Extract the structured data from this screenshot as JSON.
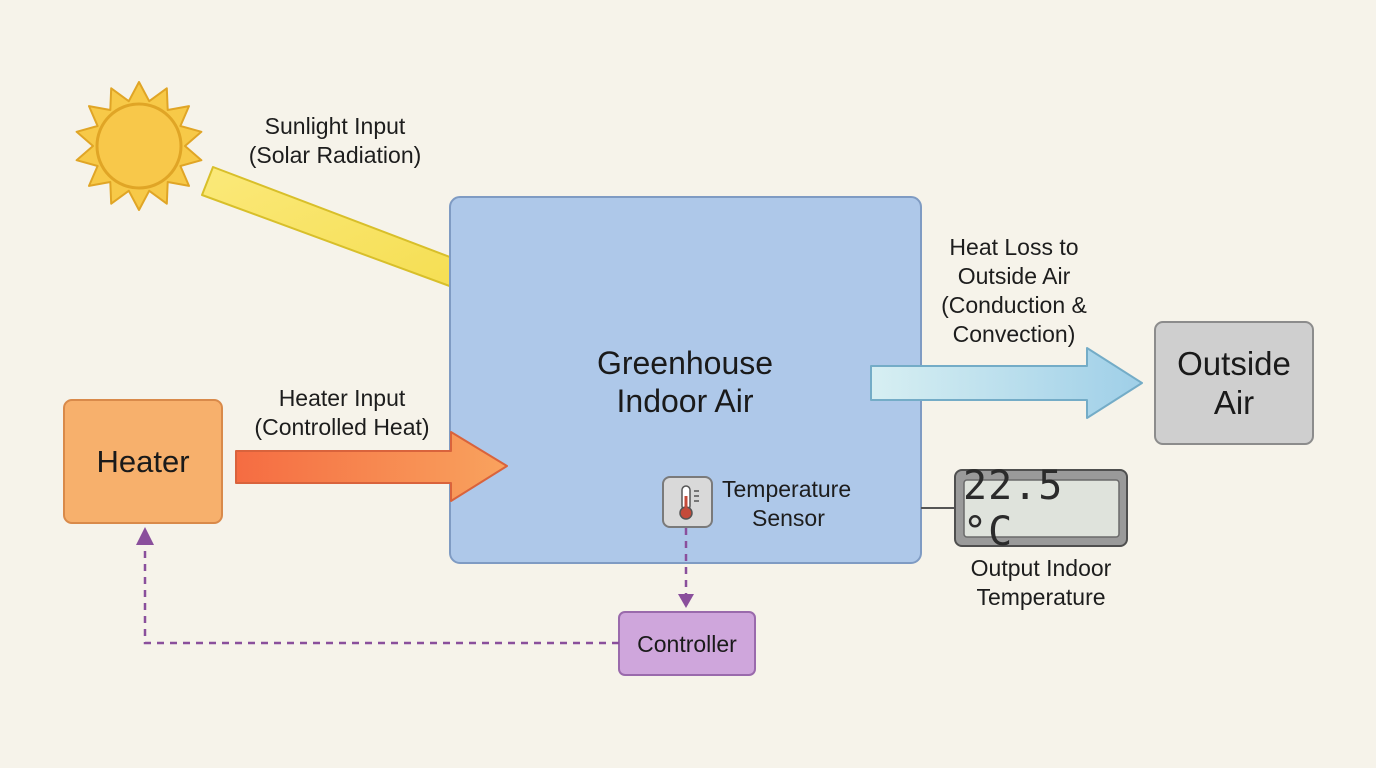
{
  "nodes": {
    "greenhouse": {
      "lines": [
        "Greenhouse",
        "Indoor Air"
      ],
      "color": "#aec8e9",
      "stroke": "#7f9bc3"
    },
    "outside_air": {
      "lines": [
        "Outside",
        "Air"
      ],
      "color": "#cfcfcf",
      "stroke": "#8c8c8c"
    },
    "heater": {
      "lines": [
        "Heater"
      ],
      "color": "#f7b06c",
      "stroke": "#d98a4a"
    },
    "controller": {
      "lines": [
        "Controller"
      ],
      "color": "#cfa6dc",
      "stroke": "#9a6aac"
    }
  },
  "labels": {
    "sunlight": [
      "Sunlight Input",
      "(Solar Radiation)"
    ],
    "heater_input": [
      "Heater Input",
      "(Controlled Heat)"
    ],
    "heat_loss": [
      "Heat Loss to",
      "Outside Air",
      "(Conduction &",
      "Convection)"
    ],
    "sensor": [
      "Temperature",
      "Sensor"
    ],
    "output": [
      "Output Indoor",
      "Temperature"
    ]
  },
  "display": {
    "reading": "22.5 °C"
  },
  "colors": {
    "sun": "#f7c948",
    "sun_stroke": "#e0a526",
    "sunlight_arrow": "#f8e35f",
    "heater_arrow": "#f8804e",
    "heat_loss_arrow": "#b4dcec",
    "feedback": "#8a4f9c"
  },
  "icons": {
    "sun": "sun-icon",
    "thermometer": "thermometer-icon"
  }
}
